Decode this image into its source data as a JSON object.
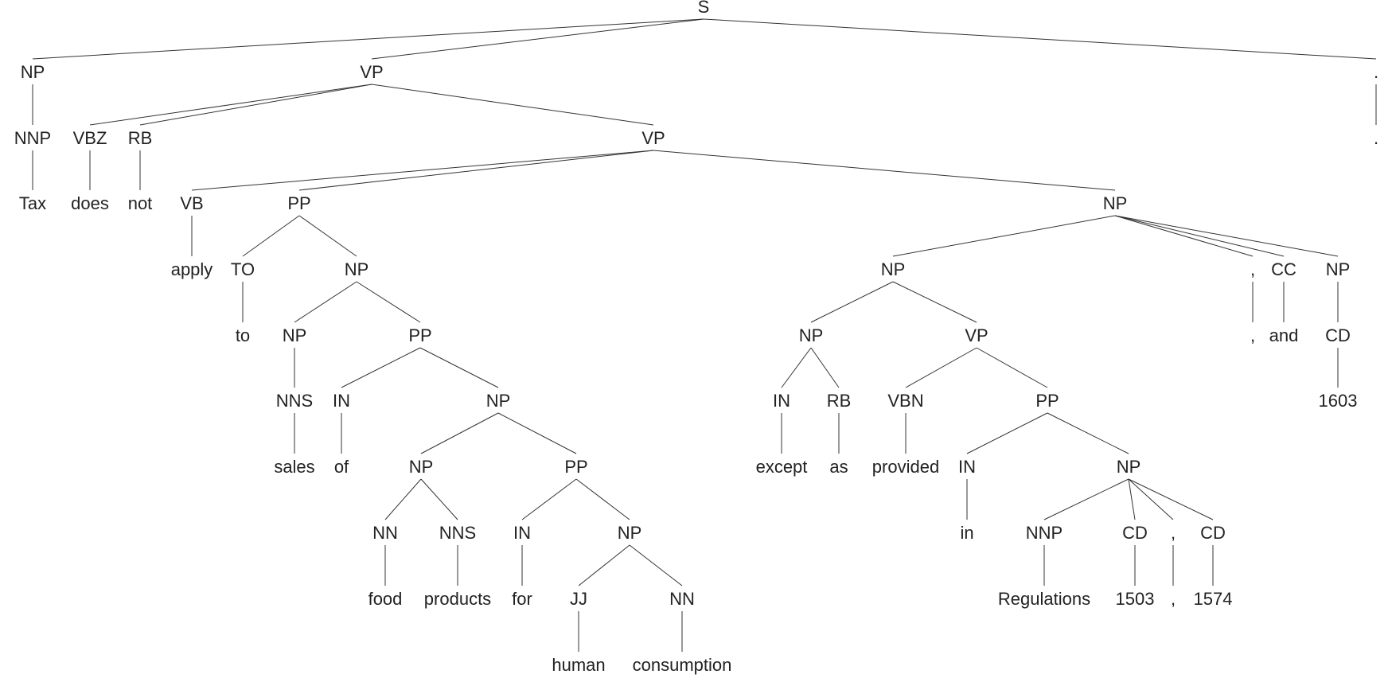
{
  "nodes": [
    {
      "id": "S",
      "label": "S"
    },
    {
      "id": "np1",
      "label": "NP",
      "parent": "S"
    },
    {
      "id": "vp1",
      "label": "VP",
      "parent": "S"
    },
    {
      "id": "dot_tag",
      "label": ".",
      "parent": "S"
    },
    {
      "id": "nnp1",
      "label": "NNP",
      "parent": "np1"
    },
    {
      "id": "vbz",
      "label": "VBZ",
      "parent": "vp1"
    },
    {
      "id": "rb1",
      "label": "RB",
      "parent": "vp1"
    },
    {
      "id": "vp2",
      "label": "VP",
      "parent": "vp1"
    },
    {
      "id": "dot_word",
      "label": ".",
      "parent": "dot_tag"
    },
    {
      "id": "w_tax",
      "label": "Tax",
      "parent": "nnp1"
    },
    {
      "id": "w_does",
      "label": "does",
      "parent": "vbz"
    },
    {
      "id": "w_not",
      "label": "not",
      "parent": "rb1"
    },
    {
      "id": "vb",
      "label": "VB",
      "parent": "vp2"
    },
    {
      "id": "pp1",
      "label": "PP",
      "parent": "vp2"
    },
    {
      "id": "np_r",
      "label": "NP",
      "parent": "vp2"
    },
    {
      "id": "w_apply",
      "label": "apply",
      "parent": "vb"
    },
    {
      "id": "to_tag",
      "label": "TO",
      "parent": "pp1"
    },
    {
      "id": "np2",
      "label": "NP",
      "parent": "pp1"
    },
    {
      "id": "w_to",
      "label": "to",
      "parent": "to_tag"
    },
    {
      "id": "np3",
      "label": "NP",
      "parent": "np2"
    },
    {
      "id": "pp2",
      "label": "PP",
      "parent": "np2"
    },
    {
      "id": "nns1",
      "label": "NNS",
      "parent": "np3"
    },
    {
      "id": "w_sales",
      "label": "sales",
      "parent": "nns1"
    },
    {
      "id": "in1",
      "label": "IN",
      "parent": "pp2"
    },
    {
      "id": "w_of",
      "label": "of",
      "parent": "in1"
    },
    {
      "id": "np4",
      "label": "NP",
      "parent": "pp2"
    },
    {
      "id": "np5",
      "label": "NP",
      "parent": "np4"
    },
    {
      "id": "pp3",
      "label": "PP",
      "parent": "np4"
    },
    {
      "id": "nn1",
      "label": "NN",
      "parent": "np5"
    },
    {
      "id": "nns2",
      "label": "NNS",
      "parent": "np5"
    },
    {
      "id": "w_food",
      "label": "food",
      "parent": "nn1"
    },
    {
      "id": "w_products",
      "label": "products",
      "parent": "nns2"
    },
    {
      "id": "in2",
      "label": "IN",
      "parent": "pp3"
    },
    {
      "id": "np6",
      "label": "NP",
      "parent": "pp3"
    },
    {
      "id": "w_for",
      "label": "for",
      "parent": "in2"
    },
    {
      "id": "jj",
      "label": "JJ",
      "parent": "np6"
    },
    {
      "id": "nn2",
      "label": "NN",
      "parent": "np6"
    },
    {
      "id": "w_human",
      "label": "human",
      "parent": "jj"
    },
    {
      "id": "w_consumption",
      "label": "consumption",
      "parent": "nn2"
    },
    {
      "id": "np7",
      "label": "NP",
      "parent": "np_r"
    },
    {
      "id": "comma_tag1",
      "label": ",",
      "parent": "np_r"
    },
    {
      "id": "cc",
      "label": "CC",
      "parent": "np_r"
    },
    {
      "id": "np8",
      "label": "NP",
      "parent": "np_r"
    },
    {
      "id": "w_comma1",
      "label": ",",
      "parent": "comma_tag1"
    },
    {
      "id": "w_and",
      "label": "and",
      "parent": "cc"
    },
    {
      "id": "cd1",
      "label": "CD",
      "parent": "np8"
    },
    {
      "id": "w_1603",
      "label": "1603",
      "parent": "cd1"
    },
    {
      "id": "np9",
      "label": "NP",
      "parent": "np7"
    },
    {
      "id": "vp3",
      "label": "VP",
      "parent": "np7"
    },
    {
      "id": "in3",
      "label": "IN",
      "parent": "np9"
    },
    {
      "id": "rb2",
      "label": "RB",
      "parent": "np9"
    },
    {
      "id": "w_except",
      "label": "except",
      "parent": "in3"
    },
    {
      "id": "w_as",
      "label": "as",
      "parent": "rb2"
    },
    {
      "id": "vbn",
      "label": "VBN",
      "parent": "vp3"
    },
    {
      "id": "pp4",
      "label": "PP",
      "parent": "vp3"
    },
    {
      "id": "w_provided",
      "label": "provided",
      "parent": "vbn"
    },
    {
      "id": "in4",
      "label": "IN",
      "parent": "pp4"
    },
    {
      "id": "np10",
      "label": "NP",
      "parent": "pp4"
    },
    {
      "id": "w_in",
      "label": "in",
      "parent": "in4"
    },
    {
      "id": "nnp2",
      "label": "NNP",
      "parent": "np10"
    },
    {
      "id": "cd2",
      "label": "CD",
      "parent": "np10"
    },
    {
      "id": "comma_tag2",
      "label": ",",
      "parent": "np10"
    },
    {
      "id": "cd3",
      "label": "CD",
      "parent": "np10"
    },
    {
      "id": "w_regulations",
      "label": "Regulations",
      "parent": "nnp2"
    },
    {
      "id": "w_1503",
      "label": "1503",
      "parent": "cd2"
    },
    {
      "id": "w_comma2",
      "label": ",",
      "parent": "comma_tag2"
    },
    {
      "id": "w_1574",
      "label": "1574",
      "parent": "cd3"
    }
  ]
}
